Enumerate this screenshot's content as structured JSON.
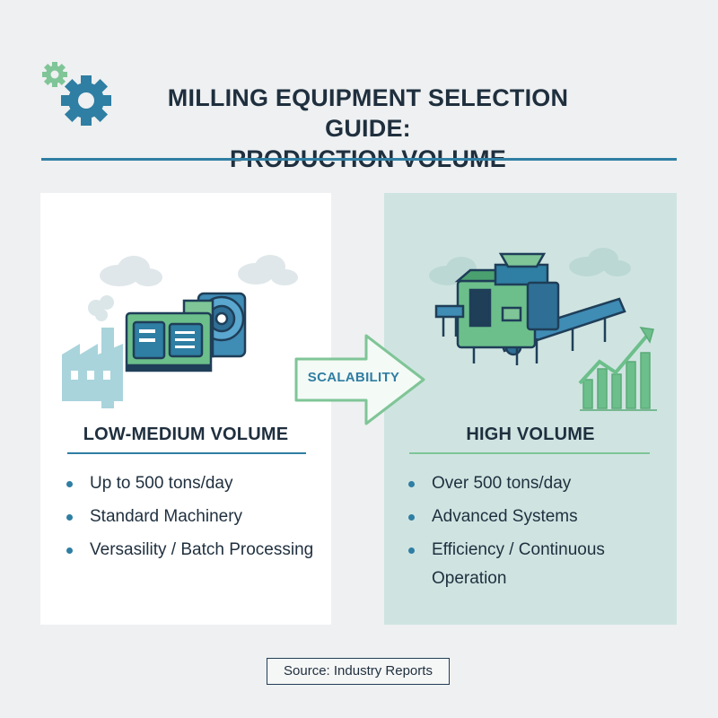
{
  "header": {
    "title_line1": "MILLING EQUIPMENT SELECTION GUIDE:",
    "title_line2": "PRODUCTION VOLUME"
  },
  "left_panel": {
    "heading": "LOW-MEDIUM VOLUME",
    "bullets": [
      "Up to 500 tons/day",
      "Standard Machinery",
      "Versasility / Batch Processing"
    ],
    "icons": [
      "factory-icon",
      "milling-machine-icon",
      "cloud-icon"
    ]
  },
  "right_panel": {
    "heading": "HIGH VOLUME",
    "bullets": [
      "Over 500 tons/day",
      "Advanced Systems",
      "Efficiency / Continuous Operation"
    ],
    "icons": [
      "conveyor-mill-icon",
      "growth-bar-chart-icon",
      "cloud-icon"
    ]
  },
  "arrow": {
    "label": "SCALABILITY"
  },
  "footer": {
    "source": "Source: Industry Reports"
  },
  "colors": {
    "background": "#eef0f1",
    "accent_blue": "#2f7ea3",
    "accent_green": "#7fc597",
    "right_panel_bg": "#cfe4e1",
    "text_dark": "#1f2f3e"
  }
}
